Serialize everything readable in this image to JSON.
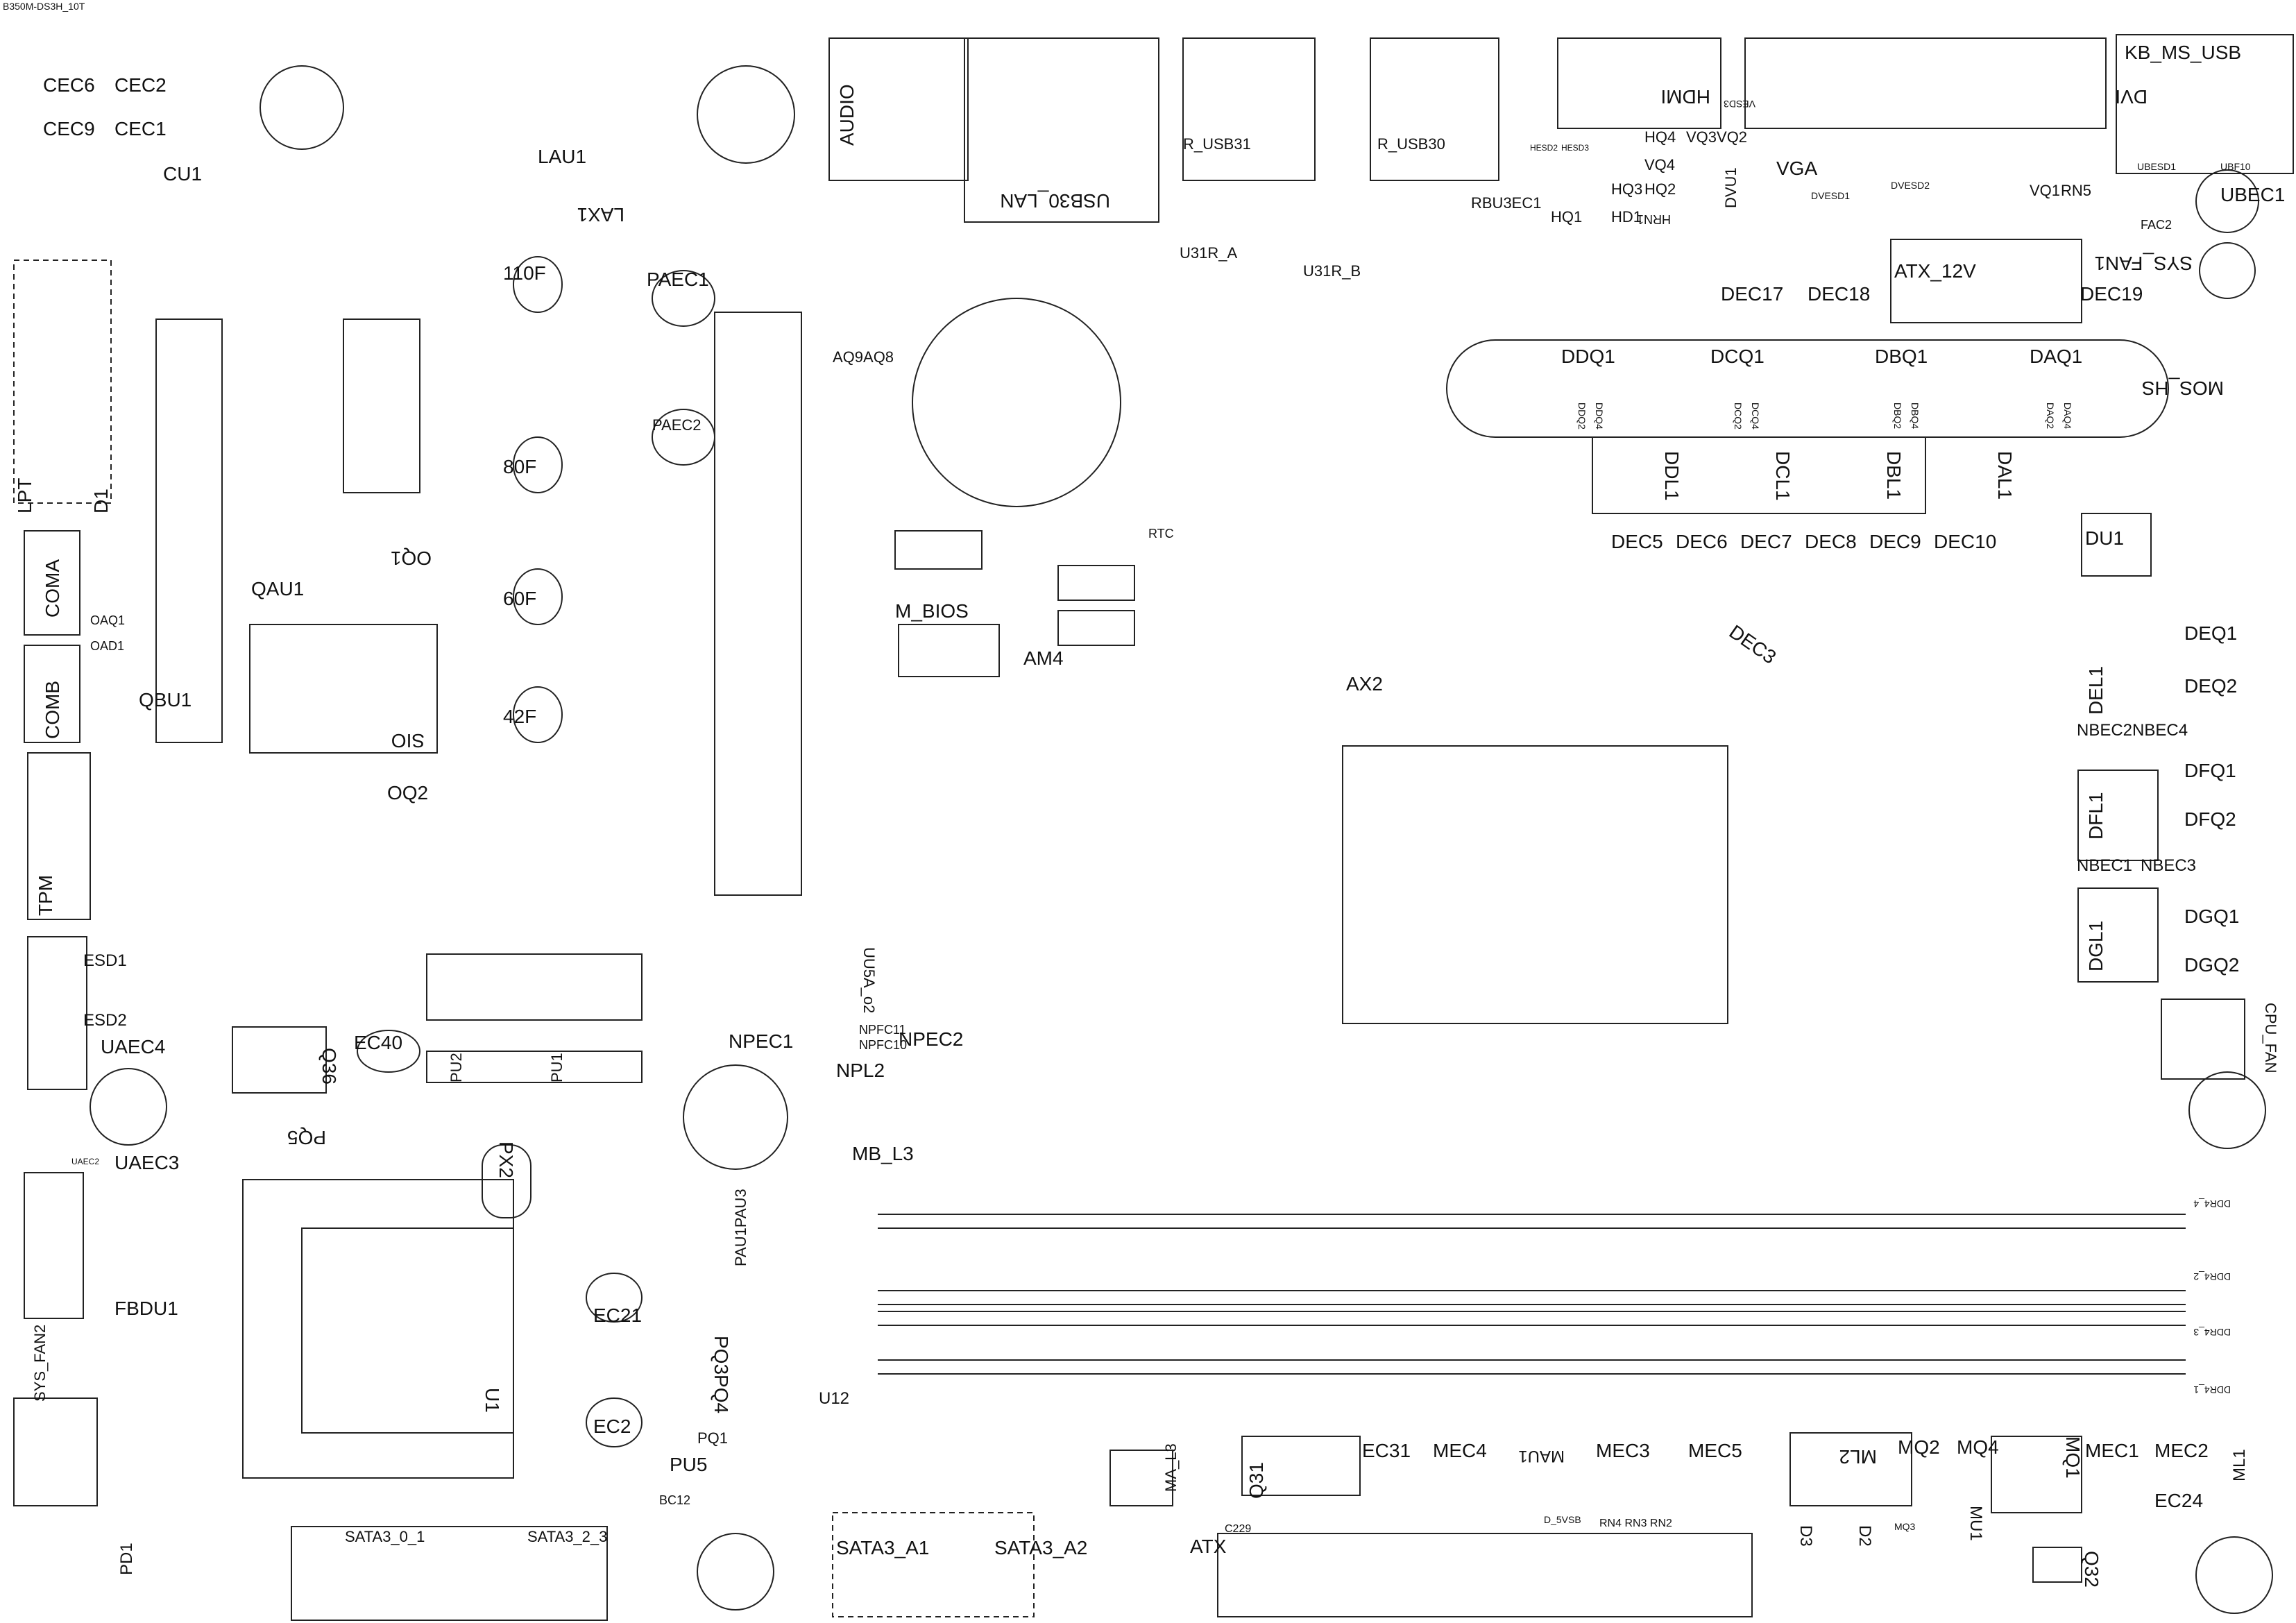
{
  "board": {
    "title": "B350M-DS3H_10T"
  },
  "labels": {
    "CEC6": "CEC6",
    "CEC2": "CEC2",
    "CEC9": "CEC9",
    "CEC1": "CEC1",
    "CU1": "CU1",
    "LAU1": "LAU1",
    "LAX1": "LAX1",
    "AUDIO": "AUDIO",
    "USB30_LAN": "USB30_LAN",
    "R_USB31": "R_USB31",
    "R_USB30": "R_USB30",
    "HDMI": "HDMI",
    "DVI": "DVI",
    "KB_MS_USB": "KB_MS_USB",
    "VGA": "VGA",
    "VQ3VQ2": "VQ3VQ2",
    "VQ4": "VQ4",
    "VQ1": "VQ1",
    "RN5": "RN5",
    "UBEC1": "UBEC1",
    "SYS_FAN1": "SYS_FAN1",
    "HQ4": "HQ4",
    "HQ3": "HQ3",
    "HQ2": "HQ2",
    "HQ1": "HQ1",
    "HD1": "HD1",
    "RBU3EC1": "RBU3EC1",
    "U31R_A": "U31R_A",
    "U31R_B": "U31R_B",
    "F110": "110F",
    "F80": "80F",
    "F60": "60F",
    "F42": "42F",
    "PAEC1": "PAEC1",
    "PAEC2": "PAEC2",
    "AQ9AQ8": "AQ9AQ8",
    "ATX_12V": "ATX_12V",
    "DEC17": "DEC17",
    "DEC18": "DEC18",
    "DEC19": "DEC19",
    "DDQ1": "DDQ1",
    "DCQ1": "DCQ1",
    "DBQ1": "DBQ1",
    "DAQ1": "DAQ1",
    "MOS_HS": "MOS_HS",
    "DDL1": "DDL1",
    "DCL1": "DCL1",
    "DBL1": "DBL1",
    "DAL1": "DAL1",
    "DEC5": "DEC5",
    "DEC6": "DEC6",
    "DEC7": "DEC7",
    "DEC8": "DEC8",
    "DEC9": "DEC9",
    "DEC10": "DEC10",
    "DU1": "DU1",
    "DEQ1": "DEQ1",
    "DEQ2": "DEQ2",
    "DEL1": "DEL1",
    "NBEC2NBEC4": "NBEC2NBEC4",
    "DFQ1": "DFQ1",
    "DFQ2": "DFQ2",
    "DFL1": "DFL1",
    "NBEC1": "NBEC1",
    "NBEC3": "NBEC3",
    "DGQ1": "DGQ1",
    "DGQ2": "DGQ2",
    "DGL1": "DGL1",
    "CPU_FAN": "CPU_FAN",
    "DEC3": "DEC3",
    "AX2": "AX2",
    "AM4": "AM4",
    "M_BIOS": "M_BIOS",
    "LPT": "LPT",
    "D1": "D1",
    "COMA": "COMA",
    "COMB": "COMB",
    "QBU1": "QBU1",
    "QAU1": "QAU1",
    "OQ1": "OQ1",
    "SIO": "SIO",
    "OQ2": "OQ2",
    "TPM": "TPM",
    "ESD1": "ESD1",
    "ESD2": "ESD2",
    "UAEC4": "UAEC4",
    "UAEC3": "UAEC3",
    "EC40": "EC40",
    "Q36": "Q36",
    "PQ5": "PQ5",
    "PU2": "PU2",
    "PU1": "PU1",
    "PX2": "PX2",
    "NPEC1": "NPEC1",
    "NPEC2": "NPEC2",
    "NPL2": "NPL2",
    "MB_L3": "MB_L3",
    "UU5A_02": "UU5A_o2",
    "FBDU1": "FBDU1",
    "SYS_FAN2": "SYS_FAN2",
    "U1": "U1",
    "EC21": "EC21",
    "EC2": "EC2",
    "PAU1PAU3": "PAU1PAU3",
    "PQ3PQ4": "PQ3PQ4",
    "PU5": "PU5",
    "U12": "U12",
    "SATA3_0_1": "SATA3_0_1",
    "SATA3_2_3": "SATA3_2_3",
    "SATA3_A1": "SATA3_A1",
    "SATA3_A2": "SATA3_A2",
    "MA_L3": "MA_L3",
    "Q31": "Q31",
    "ATX": "ATX",
    "EC31": "EC31",
    "MEC4": "MEC4",
    "MAU1": "MAU1",
    "MEC3": "MEC3",
    "MEC5": "MEC5",
    "ML2": "ML2",
    "MQ2": "MQ2",
    "MQ4": "MQ4",
    "MQ1": "MQ1",
    "MEC1": "MEC1",
    "MEC2": "MEC2",
    "EC24": "EC24",
    "ML1": "ML1",
    "MU1": "MU1",
    "Q32": "Q32",
    "D3": "D3",
    "D2": "D2",
    "DVU1": "DVU1",
    "HRN1": "HRN1",
    "RTC": "RTC",
    "PD1": "PD1",
    "PQ1": "PQ1",
    "DDR4_4": "DDR4_4",
    "DDR4_2": "DDR4_2",
    "DDR4_3": "DDR4_3",
    "DDR4_1": "DDR4_1",
    "NPFC10": "NPFC10",
    "NPFC11": "NPFC11",
    "UAEC2": "UAEC2",
    "OAQ1": "OAQ1",
    "OAD1": "OAD1",
    "DDQ2": "DDQ2",
    "DDQ4": "DDQ4",
    "DCQ2": "DCQ2",
    "DCQ4": "DCQ4",
    "DBQ2": "DBQ2",
    "DBQ4": "DBQ4",
    "DAQ2": "DAQ2",
    "DAQ4": "DAQ4",
    "D_5VSB": "D_5VSB",
    "BC12": "BC12",
    "C229": "C229",
    "RN4RN3RN2": "RN4 RN3 RN2",
    "MQ3": "MQ3",
    "HESD2": "HESD2",
    "HESD3": "HESD3",
    "DVESD2": "DVESD2",
    "DVESD1": "DVESD1",
    "FAC2": "FAC2",
    "UBESD1": "UBESD1",
    "UBF10": "UBF10",
    "VESD3": "VESD3"
  }
}
